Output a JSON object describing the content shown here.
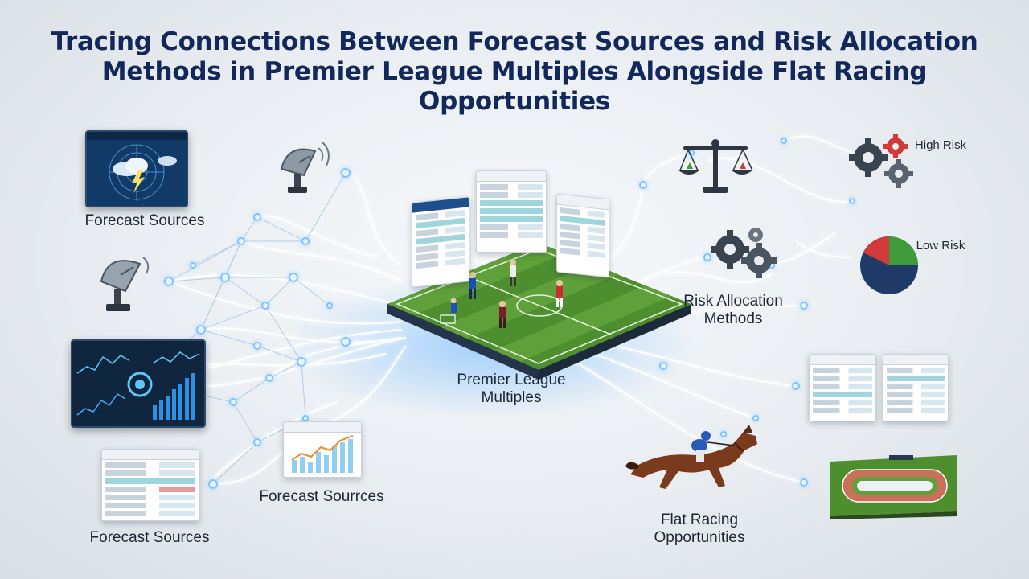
{
  "title": {
    "line1": "Tracing Connections Between Forecast Sources and Risk Allocation",
    "line2": "Methods in Premier League Multiples Alongside Flat Racing",
    "line3": "Opportunities"
  },
  "labels": {
    "forecast_sources_top": "Forecast Sources",
    "forecast_sources_middle": "Forecast Sourrces",
    "forecast_sources_bottom": "Forecast Sources",
    "premier_line1": "Premier League",
    "premier_line2": "Multiples",
    "risk_line1": "Risk Allocation",
    "risk_line2": "Methods",
    "high_risk": "High Risk",
    "low_risk": "Low Risk",
    "flat_line1": "Flat Racing",
    "flat_line2": "Opportunities"
  },
  "colors": {
    "title": "#12285a",
    "connector": "#ffffff",
    "node_glow": "#7fc4ff",
    "pitch": "#4d8f2e",
    "accent_red": "#d23a3a",
    "accent_green": "#3f9a3a",
    "accent_navy": "#1f3a66"
  },
  "icons": [
    "storm-radar-icon",
    "satellite-dish-icon",
    "analytics-dashboard-icon",
    "scales-icon",
    "gears-icon",
    "pie-chart-icon",
    "racehorse-icon",
    "racetrack-icon",
    "football-pitch-icon"
  ]
}
